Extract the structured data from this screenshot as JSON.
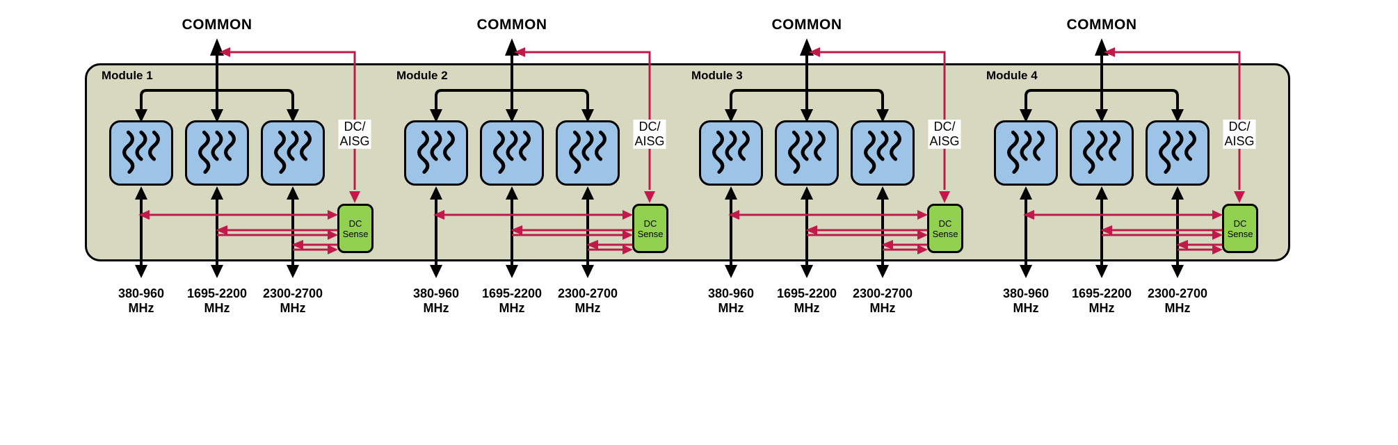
{
  "colors": {
    "background": "#ffffff",
    "enclosure_fill": "#d6d9c0",
    "filter_fill": "#9dc3e6",
    "dc_sense_fill": "#92d050",
    "signal_line": "#000000",
    "dc_line": "#c01a4a"
  },
  "common_label": "COMMON",
  "dc_aisg": {
    "line1": "DC/",
    "line2": "AISG"
  },
  "dc_sense": {
    "line1": "DC",
    "line2": "Sense"
  },
  "ports": [
    {
      "range": "380-960",
      "unit": "MHz"
    },
    {
      "range": "1695-2200",
      "unit": "MHz"
    },
    {
      "range": "2300-2700",
      "unit": "MHz"
    }
  ],
  "modules": [
    {
      "label": "Module 1"
    },
    {
      "label": "Module 2"
    },
    {
      "label": "Module 3"
    },
    {
      "label": "Module 4"
    }
  ]
}
